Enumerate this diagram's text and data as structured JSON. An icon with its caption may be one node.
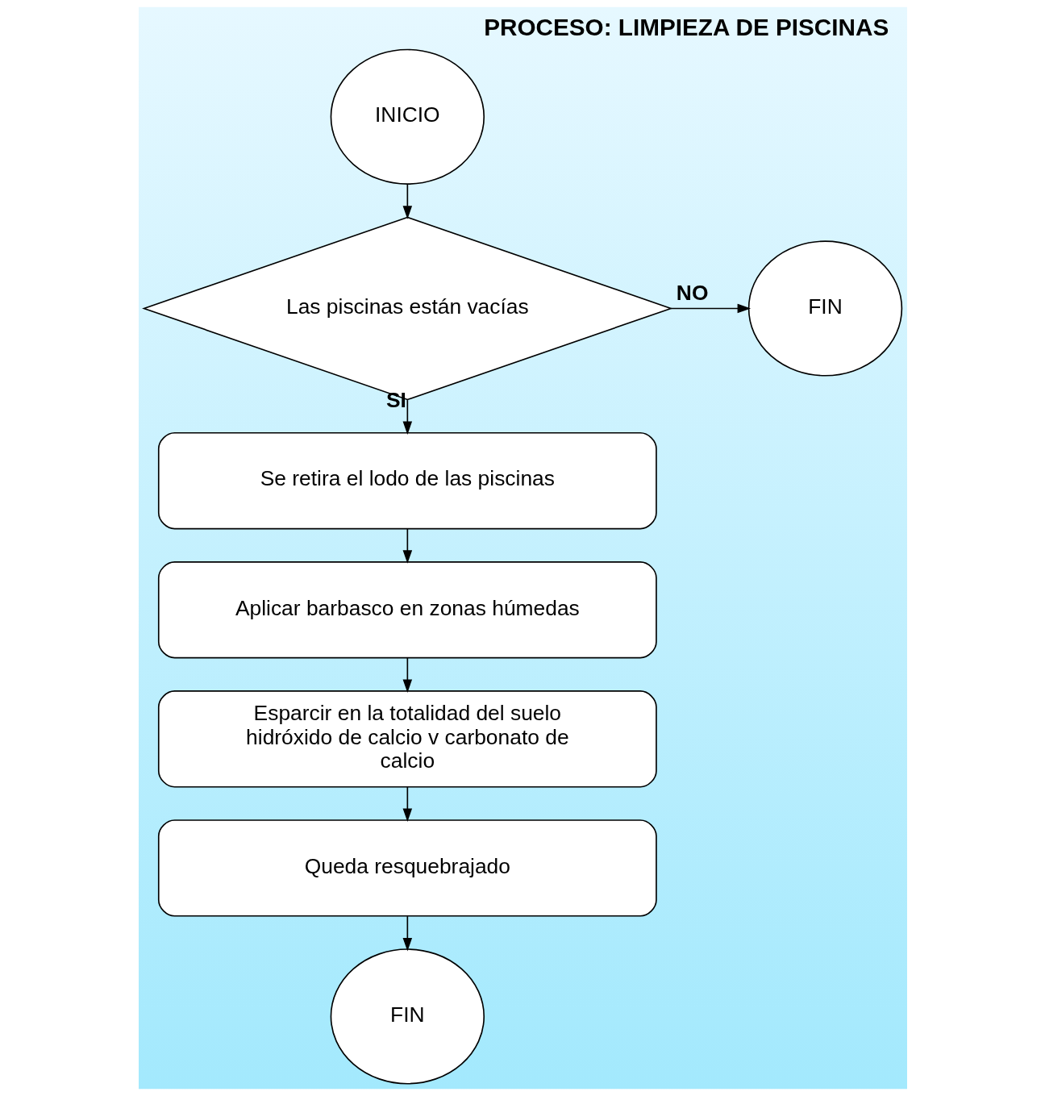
{
  "diagram": {
    "title": "PROCESO: LIMPIEZA DE PISCINAS",
    "nodes": [
      {
        "text": [
          "INICIO"
        ]
      },
      {
        "text": [
          "Las piscinas están vacías"
        ]
      },
      {
        "text": [
          "FIN"
        ]
      },
      {
        "text": [
          "Se retira el lodo de las piscinas"
        ]
      },
      {
        "text": [
          "Aplicar barbasco en zonas húmedas"
        ]
      },
      {
        "text": [
          "Esparcir en la totalidad del suelo hidróxido de calcio v carbonato de calcio"
        ]
      },
      {
        "text": [
          "Queda resquebrajado"
        ]
      },
      {
        "text": [
          "FIN"
        ]
      }
    ],
    "edges": [
      {
        "from": 0,
        "to": 1,
        "arrow": "to"
      },
      {
        "from": 1,
        "to": 2,
        "arrow": "to",
        "label": "NO"
      },
      {
        "from": 1,
        "to": 3,
        "arrow": "to",
        "label": "SI"
      },
      {
        "from": 3,
        "to": 4,
        "arrow": "to"
      },
      {
        "from": 4,
        "to": 5,
        "arrow": "to"
      },
      {
        "from": 5,
        "to": 6,
        "arrow": "to"
      },
      {
        "from": 6,
        "to": 7,
        "arrow": "to"
      }
    ]
  }
}
